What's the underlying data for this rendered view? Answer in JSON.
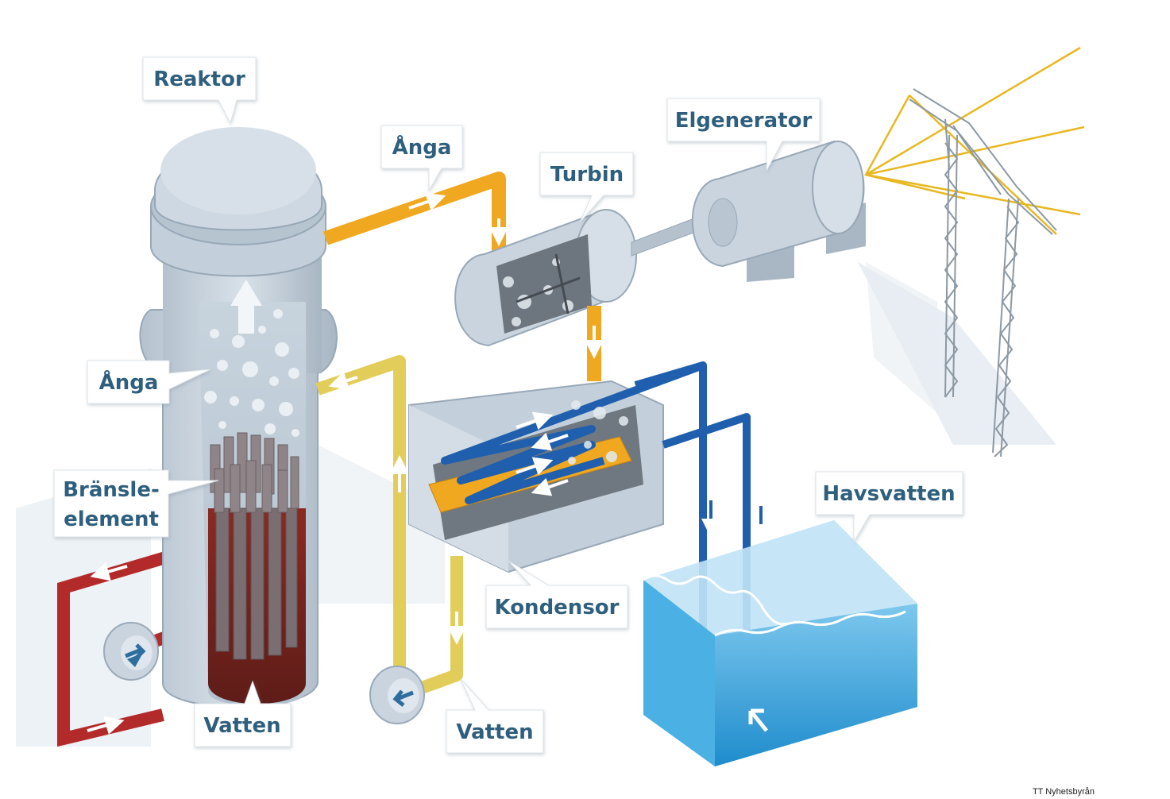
{
  "labels": {
    "reaktor": "Reaktor",
    "anga_top": "Ånga",
    "turbin": "Turbin",
    "elgenerator": "Elgenerator",
    "anga_reactor": "Ånga",
    "bransle_line1": "Bränsle-",
    "bransle_line2": "element",
    "vatten_reactor": "Vatten",
    "kondensor": "Kondensor",
    "vatten_pump": "Vatten",
    "havsvatten": "Havsvatten"
  },
  "credit": "TT Nyhetsbyrån",
  "colors": {
    "label_text": "#2e5f7e",
    "steam_pipe": "#f0a820",
    "feedwater_pipe": "#e3cd5a",
    "primary_loop": "#b32a2a",
    "seawater_pipe": "#1f5fae",
    "sea_water": "#3aa3dc",
    "vessel": "#c4d0db",
    "fuel_rods": "#8b7f82",
    "power_lines": "#e8b820"
  }
}
